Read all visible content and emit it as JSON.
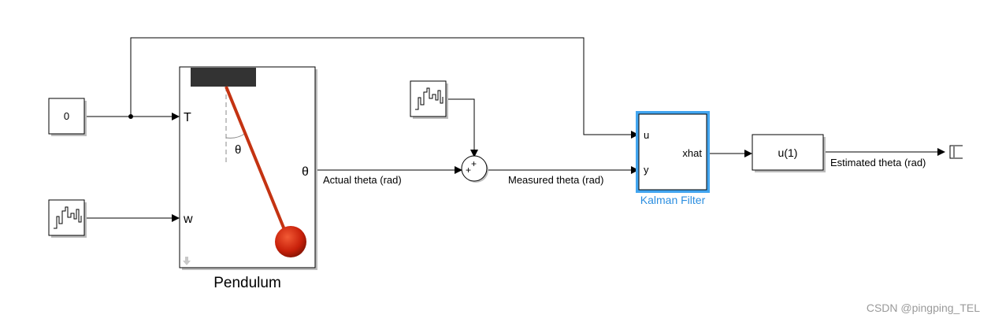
{
  "constant_block": {
    "value": "0"
  },
  "pendulum": {
    "name": "Pendulum",
    "port_T": "T",
    "port_w": "w",
    "port_theta": "θ",
    "angle_label": "θ"
  },
  "noise_source_icon": "random-signal-icon",
  "wires": {
    "actual_theta": "Actual theta (rad)",
    "measured_theta": "Measured theta (rad)",
    "estimated_theta": "Estimated theta (rad)"
  },
  "sum_block": {
    "sign_top": "+",
    "sign_left": "+"
  },
  "kalman": {
    "name": "Kalman Filter",
    "port_u": "u",
    "port_y": "y",
    "port_xhat": "xhat",
    "selected_color": "#43a6f0"
  },
  "selector": {
    "expr": "u(1)"
  },
  "watermark": "CSDN @pingping_TEL",
  "colors": {
    "rod": "#c43312",
    "bob": "#c8200a",
    "mount": "#333333",
    "kalman_label": "#2b8ee0"
  }
}
